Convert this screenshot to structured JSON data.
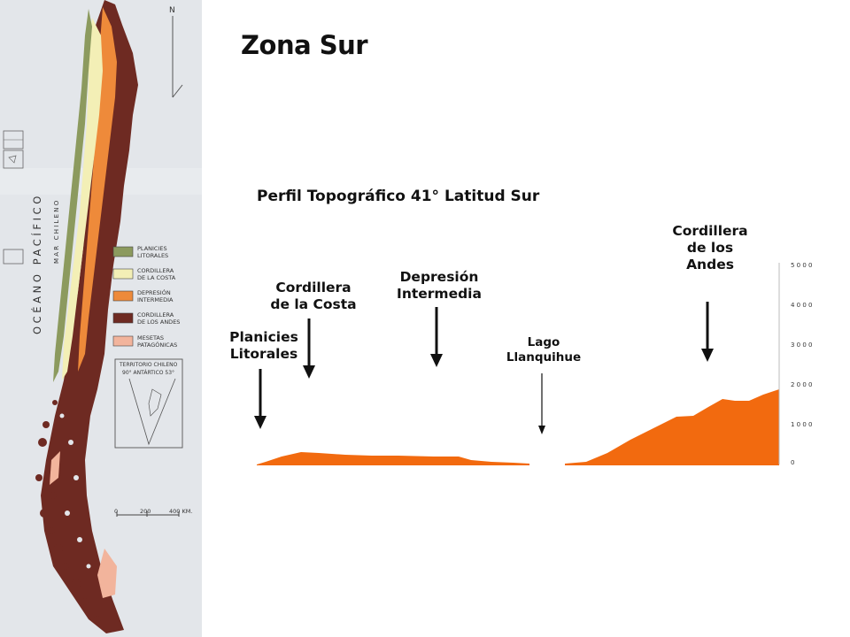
{
  "slide_title": "Zona Sur",
  "map": {
    "ocean_label": "OCÉANO PACÍFICO",
    "sea_label": "MAR CHILENO",
    "north_label": "N",
    "legend": [
      {
        "label": "PLANICIES\nLITORALES",
        "color": "#8c9a5e"
      },
      {
        "label": "CORDILLERA\nDE LA COSTA",
        "color": "#f3efb6"
      },
      {
        "label": "DEPRESIÓN\nINTERMEDIA",
        "color": "#ee8a3a"
      },
      {
        "label": "CORDILLERA\nDE LOS ANDES",
        "color": "#6e2a22"
      },
      {
        "label": "MESETAS\nPATAGÓNICAS",
        "color": "#f2b49c"
      }
    ],
    "antarctic_box": {
      "line1": "TERRITORIO CHILENO",
      "line2": "90°   ANTÁRTICO   53°"
    },
    "scale": [
      "0",
      "200",
      "400 KM."
    ]
  },
  "profile": {
    "title": "Perfil Topográfico 41° Latitud Sur",
    "labels": {
      "planicies": "Planicies\nLitorales",
      "costa": "Cordillera\nde la Costa",
      "depresion": "Depresión\nIntermedia",
      "lago": "Lago\nLlanquihue",
      "andes": "Cordillera\nde los\nAndes"
    },
    "axis_ticks": [
      "5 0 0 0",
      "4 0 0 0",
      "3 0 0 0",
      "2 0 0 0",
      "1 0 0 0",
      "0"
    ],
    "fill_color": "#f26a0f"
  }
}
